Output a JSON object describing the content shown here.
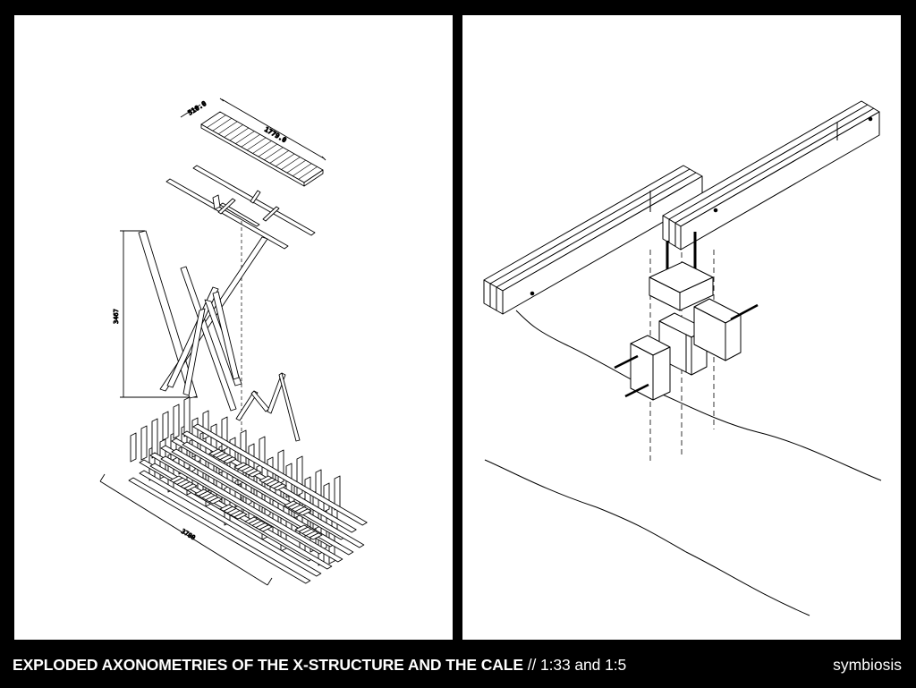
{
  "caption": {
    "title": "EXPLODED AXONOMETRIES OF THE X-STRUCTURE AND THE CALE",
    "scale": " // 1:33 and 1:5"
  },
  "brand": "symbiosis",
  "left_drawing": {
    "dim_deck_width": "510.0",
    "dim_deck_length": "1779.0",
    "dim_height": "3467",
    "dim_base_length": "3700"
  },
  "colors": {
    "background": "#000000",
    "panel": "#ffffff",
    "ink": "#000000"
  }
}
